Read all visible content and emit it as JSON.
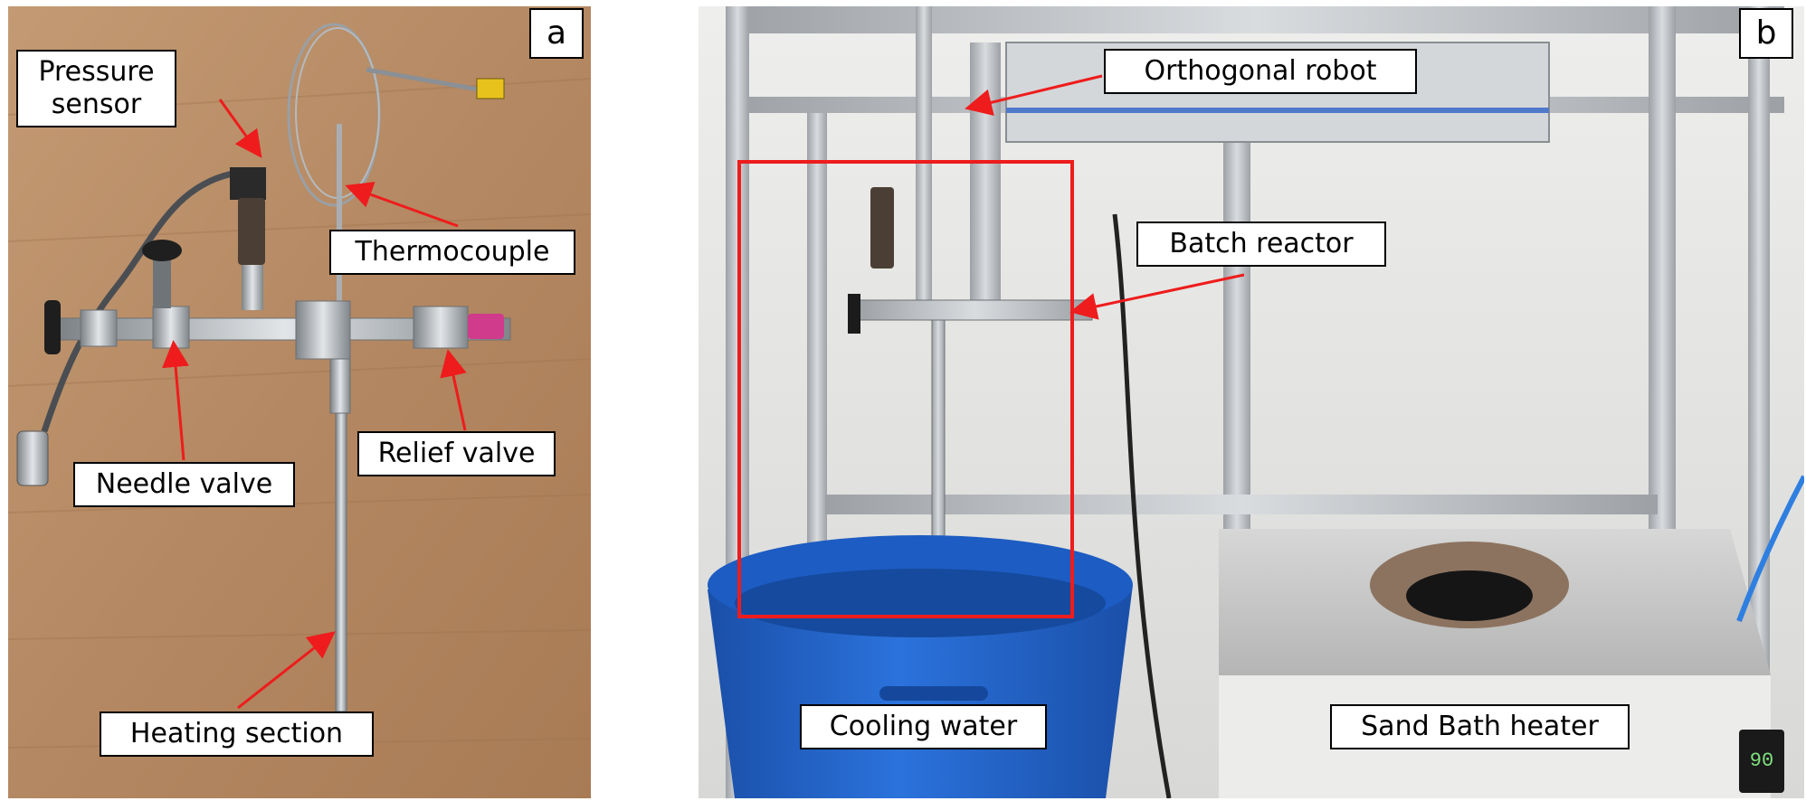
{
  "panel_a": {
    "letter": "a",
    "labels": {
      "pressure_sensor": "Pressure\nsensor",
      "thermocouple": "Thermocouple",
      "needle_valve": "Needle valve",
      "relief_valve": "Relief valve",
      "heating_section": "Heating section"
    }
  },
  "panel_b": {
    "letter": "b",
    "labels": {
      "orthogonal_robot": "Orthogonal robot",
      "batch_reactor": "Batch reactor",
      "cooling_water": "Cooling water",
      "sand_bath_heater": "Sand Bath heater"
    },
    "heater_display": "90"
  },
  "colors": {
    "arrow": "#ee1c1c",
    "wood": "#b58a63",
    "bucket": "#1f63c8",
    "frame": "#b9bcbf"
  }
}
